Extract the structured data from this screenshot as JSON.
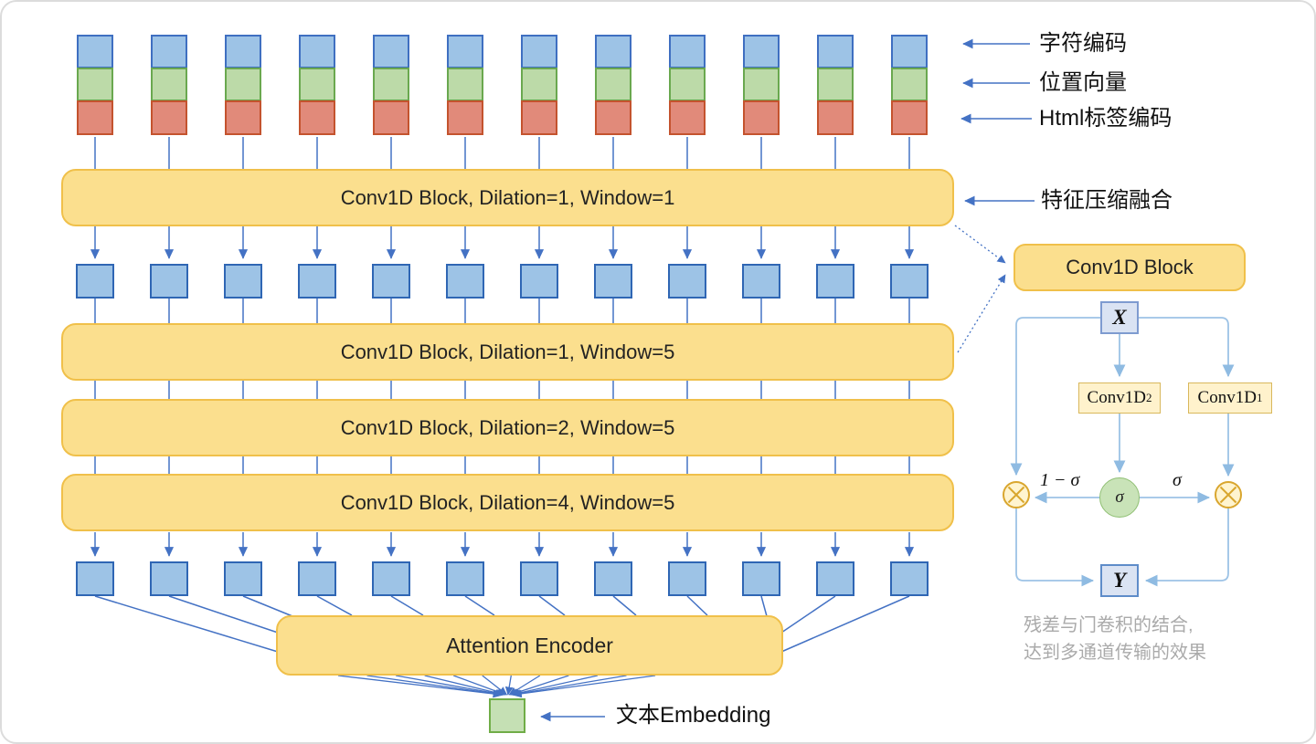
{
  "diagram": {
    "num_columns": 12,
    "legend": {
      "items": [
        {
          "label": "字符编码"
        },
        {
          "label": "位置向量"
        },
        {
          "label": "Html标签编码"
        }
      ]
    },
    "conv_blocks": [
      "Conv1D Block, Dilation=1, Window=1",
      "Conv1D Block, Dilation=1, Window=5",
      "Conv1D Block, Dilation=2, Window=5",
      "Conv1D Block, Dilation=4, Window=5"
    ],
    "feature_fusion_label": "特征压缩融合",
    "attention_label": "Attention Encoder",
    "embedding_label": "文本Embedding",
    "detail": {
      "title": "Conv1D Block",
      "x_label": "X",
      "y_label": "Y",
      "conv_gate": {
        "label": "Conv1D",
        "sub": "2"
      },
      "conv_main": {
        "label": "Conv1D",
        "sub": "1"
      },
      "sigma": "σ",
      "one_minus_sigma_label": "1 − σ",
      "sigma_label": "σ",
      "caption": [
        "残差与门卷积的结合,",
        "达到多通道传输的效果"
      ]
    },
    "colors": {
      "char_box_fill": "#9dc3e6",
      "char_box_border": "#3f6fc1",
      "pos_box_fill": "#bcdaa8",
      "pos_box_border": "#6aa84f",
      "html_box_fill": "#e18a7a",
      "html_box_border": "#c4532e",
      "conv_block_fill": "#fbdf8e",
      "conv_block_border": "#f0c04a",
      "small_conv_fill": "#fff2cc",
      "small_conv_border": "#d9b85c",
      "var_box_fill": "#dae3f3",
      "var_box_border": "#7e9bd0",
      "sigma_fill": "#c9e3b8",
      "sigma_border": "#8fbf73",
      "multiply_fill": "#fff2cc",
      "multiply_border": "#d9a62e",
      "wire_dark": "#4472c4",
      "wire_light": "#9dc3e6",
      "embedding_fill": "#c5e0b4",
      "embedding_border": "#70ad47",
      "caption_gray": "#aaaaaa"
    }
  }
}
